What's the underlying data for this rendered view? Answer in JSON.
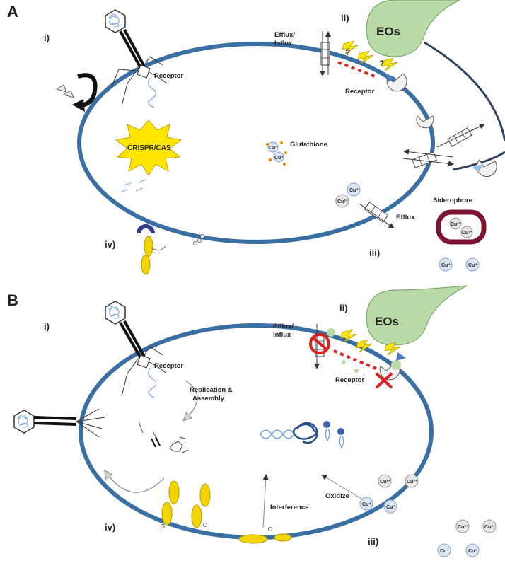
{
  "panels": {
    "a": {
      "letter": "A",
      "roman": {
        "i": "i)",
        "ii": "ii)",
        "iii": "iii)",
        "iv": "iv)"
      },
      "labels": {
        "receptor_phage": "Receptor",
        "efflux_influx_1": "Efflux/",
        "efflux_influx_2": "Influx",
        "eos": "EOs",
        "question_1": "?",
        "question_2": "?",
        "receptor_eos": "Receptor",
        "crispr": "CRISPR/CAS",
        "glutathione": "Glutathione",
        "efflux": "Efflux",
        "siderophore": "Siderophore"
      },
      "ions": {
        "cu1": "Cu",
        "cu1_sup": "+",
        "cu2": "Cu",
        "cu2_sup": "2+"
      }
    },
    "b": {
      "letter": "B",
      "roman": {
        "i": "i)",
        "ii": "ii)",
        "iii": "iii)",
        "iv": "iv)"
      },
      "labels": {
        "receptor_phage": "Receptor",
        "replication_1": "Replication &",
        "replication_2": "Assembly",
        "efflux_influx_1": "Efflux/",
        "efflux_influx_2": "Influx",
        "eos": "EOs",
        "receptor_eos": "Receptor",
        "interference": "Interference",
        "oxidize": "Oxidize"
      }
    }
  },
  "colors": {
    "membrane": "#3a6fa4",
    "eos_fill": "#b9d9a6",
    "crispr_fill": "#ffe600",
    "ion_fill": "#dbe6f5",
    "ion2_fill": "#e6e6e6",
    "dna_blue": "#6f9fd8",
    "bolt": "#ffe400",
    "block_red": "#d9231f",
    "pilus_yellow": "#f2d500",
    "siderophore": "#7a1430"
  }
}
